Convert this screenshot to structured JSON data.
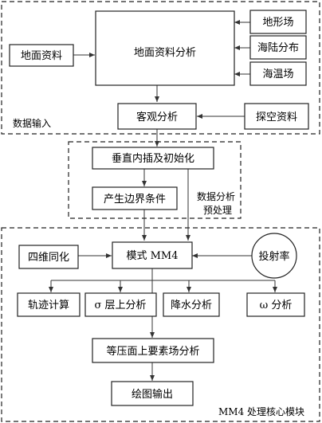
{
  "nodes": {
    "terrain_field": "地形场",
    "land_sea_distribution": "海陆分布",
    "sst": "海温场",
    "surface_data": "地面资料",
    "surface_analysis": "地面资料分析",
    "objective_analysis": "客观分析",
    "sounding_data": "探空资料",
    "vertical_interp_init": "垂直内插及初始化",
    "boundary_conditions": "产生边界条件",
    "fdda": "四维同化",
    "model": "模式 MM4",
    "projection_factor": "投射率",
    "trajectory_calc": "轨迹计算",
    "sigma_level_analysis": "σ 层上分析",
    "precipitation_analysis": "降水分析",
    "omega_analysis": "ω 分析",
    "pressure_level_analysis": "等压面上要素场分析",
    "plot_output": "绘图输出"
  },
  "regions": {
    "data_input": "数据输入",
    "preprocessing_line1": "数据分析",
    "preprocessing_line2": "预处理",
    "core_module": "MM4 处理核心模块"
  }
}
